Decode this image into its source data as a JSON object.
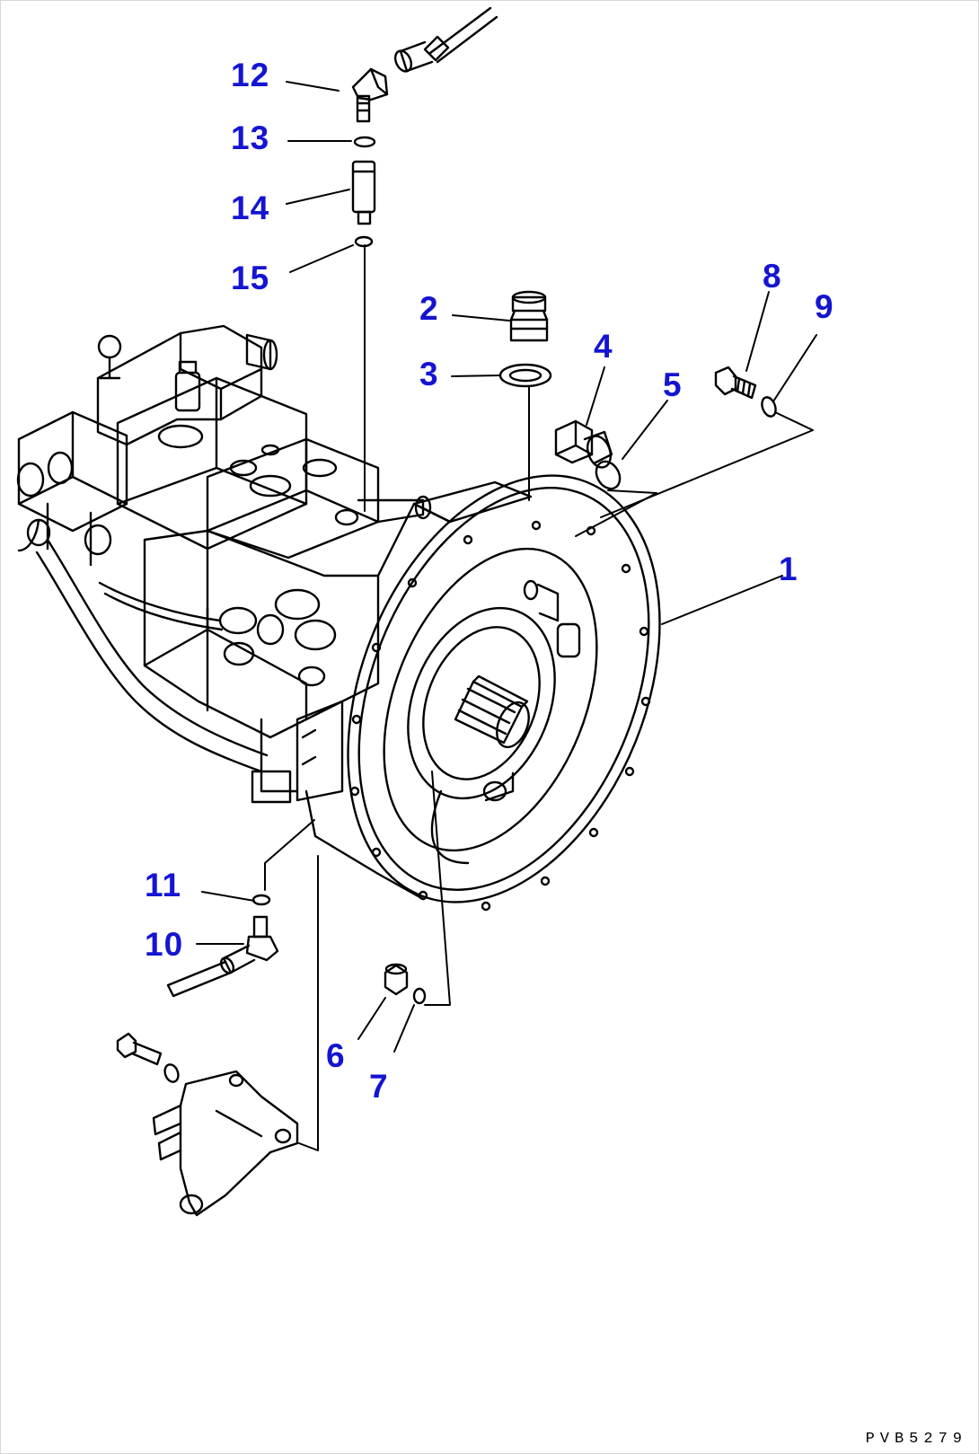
{
  "diagram": {
    "callouts": [
      {
        "id": "c12",
        "label": "12"
      },
      {
        "id": "c13",
        "label": "13"
      },
      {
        "id": "c14",
        "label": "14"
      },
      {
        "id": "c15",
        "label": "15"
      },
      {
        "id": "c2",
        "label": "2"
      },
      {
        "id": "c3",
        "label": "3"
      },
      {
        "id": "c4",
        "label": "4"
      },
      {
        "id": "c5",
        "label": "5"
      },
      {
        "id": "c8",
        "label": "8"
      },
      {
        "id": "c9",
        "label": "9"
      },
      {
        "id": "c1",
        "label": "1"
      },
      {
        "id": "c11",
        "label": "11"
      },
      {
        "id": "c10",
        "label": "10"
      },
      {
        "id": "c6",
        "label": "6"
      },
      {
        "id": "c7",
        "label": "7"
      }
    ],
    "drawing_code": "PVB5279",
    "colors": {
      "callout": "#1414d2",
      "linework": "#000000",
      "background": "#ffffff"
    }
  }
}
